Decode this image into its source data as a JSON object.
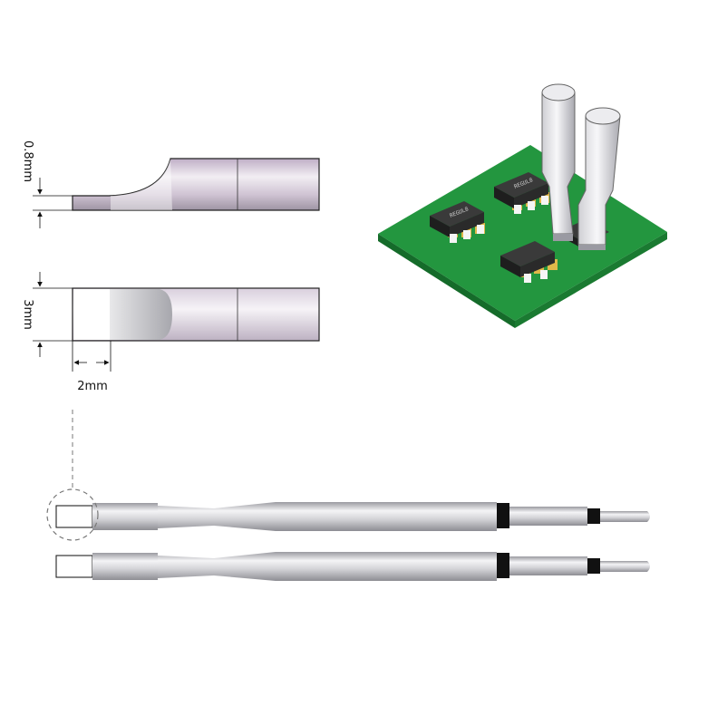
{
  "dimensions": {
    "thickness": "0.8mm",
    "width": "3mm",
    "length": "2mm"
  },
  "chip_marking": "REGUL8",
  "colors": {
    "pcb": "#1f8f3a",
    "pcb_edge": "#156b2a",
    "chip_body": "#2a2a2a",
    "pad": "#e0b84a",
    "steel": "#c9c9cf",
    "tip_tint": "#c9b6cf",
    "band": "#111111"
  },
  "icons": [
    "dimension-arrow-icon",
    "magnify-circle-icon"
  ]
}
